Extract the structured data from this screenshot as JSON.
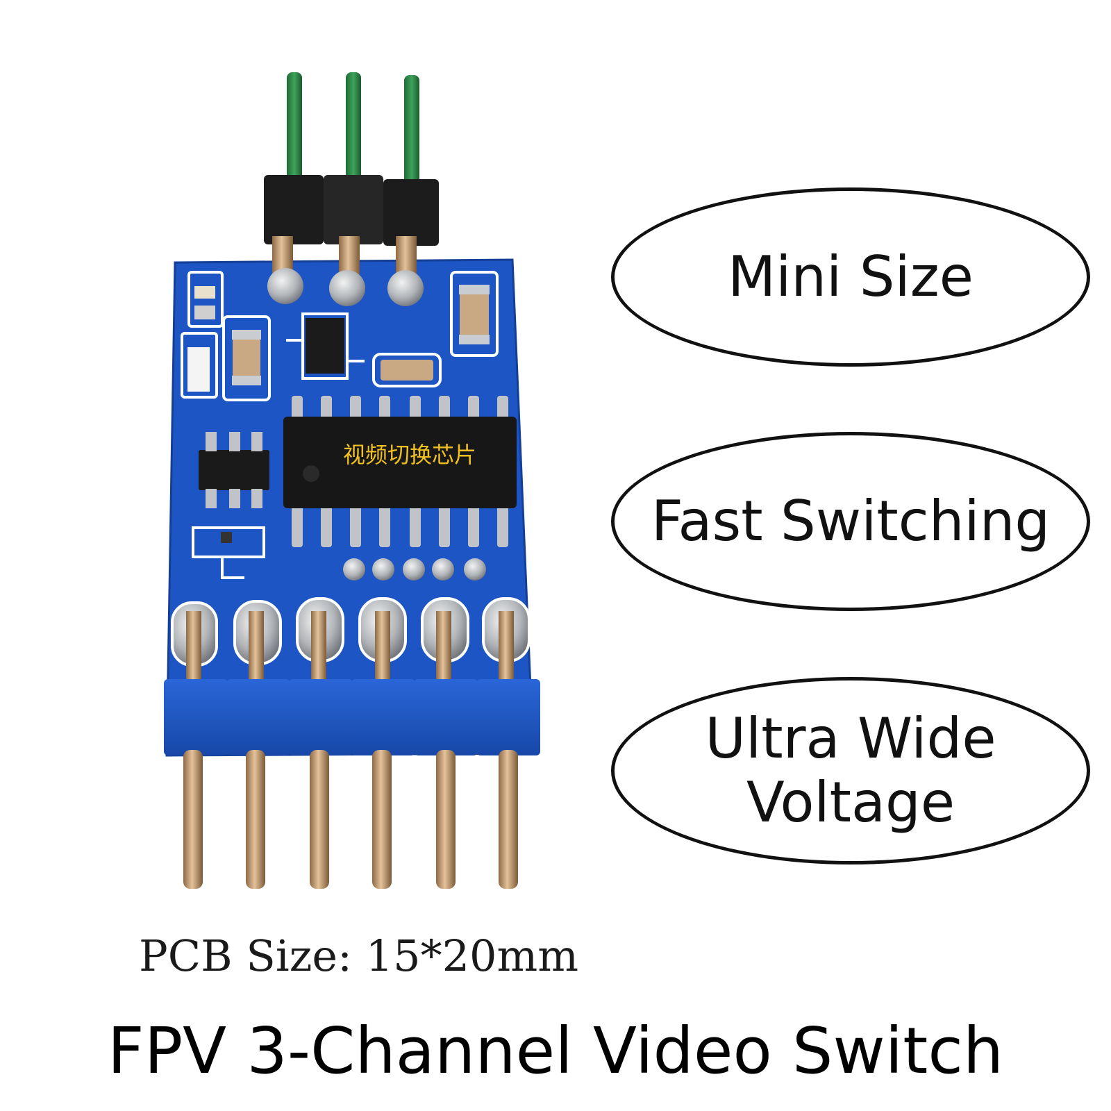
{
  "features": [
    {
      "label": "Mini Size"
    },
    {
      "label": "Fast Switching"
    },
    {
      "label": "Ultra Wide\nVoltage"
    }
  ],
  "pcb_size": "PCB Size:  15*20mm",
  "title": "FPV 3-Channel Video Switch",
  "chip_marking": "视频切换芯片",
  "colors": {
    "pcb": "#1d55c4",
    "header_blue": "#2159c9",
    "header_black": "#1c1c1c",
    "pin_gold": "#c9a070",
    "pin_green": "#2d8a48",
    "chip_text": "#f0c020"
  }
}
